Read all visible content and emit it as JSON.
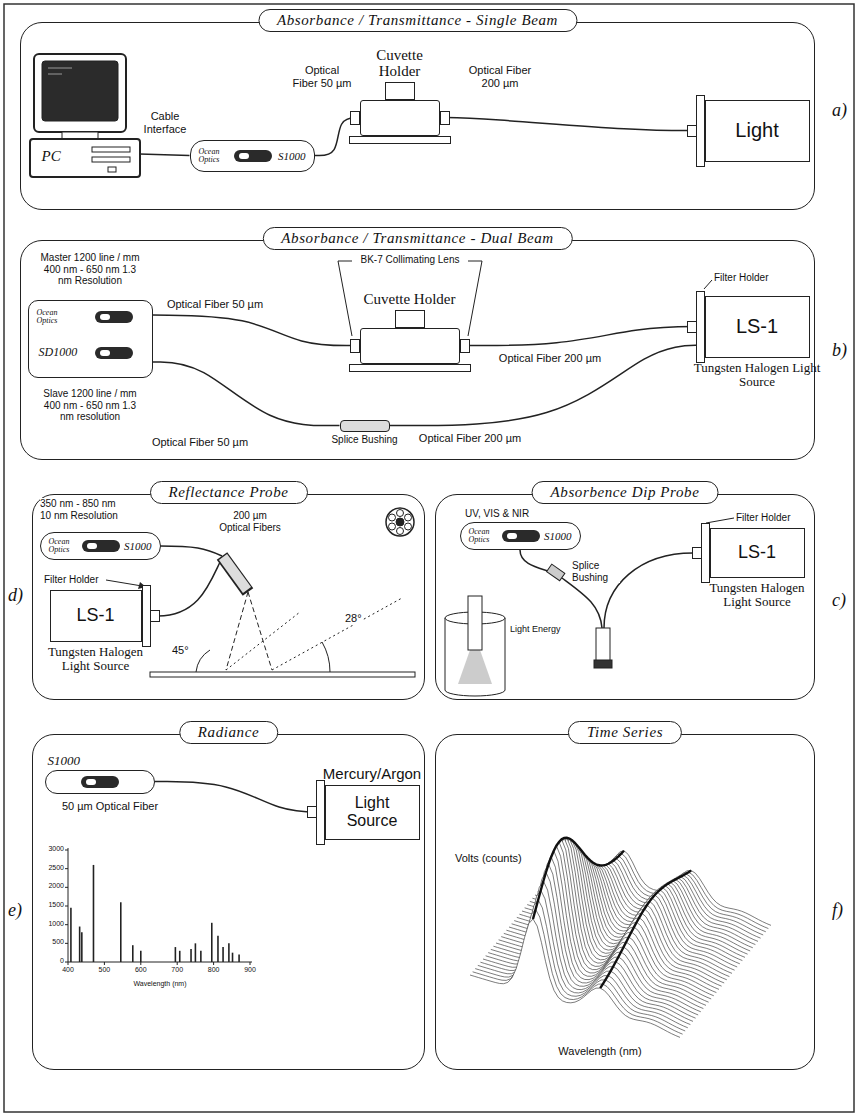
{
  "diagram": {
    "nodes": [
      {
        "text": [
          "Absorbance / Transmittance - Single Beam"
        ]
      },
      {
        "text": [
          "PC"
        ],
        "in": 0
      },
      {
        "text": [
          "Ocean Optics",
          "S1000"
        ],
        "in": 0
      },
      {
        "text": [
          "Cuvette Holder"
        ],
        "in": 0
      },
      {
        "text": [
          "Light"
        ],
        "in": 0
      },
      {
        "text": [
          "Absorbance / Transmittance - Dual Beam"
        ]
      },
      {
        "text": [
          "Ocean Optics",
          "SD1000"
        ],
        "in": 5
      },
      {
        "text": [
          "Cuvette Holder"
        ],
        "in": 5
      },
      {
        "text": [
          "LS-1",
          "Tungsten Halogen Light Source"
        ],
        "in": 5
      },
      {
        "text": [
          "Splice Bushing"
        ],
        "in": 5
      },
      {
        "text": [
          "Reflectance Probe"
        ]
      },
      {
        "text": [
          "Ocean Optics",
          "S1000"
        ],
        "in": 10
      },
      {
        "text": [
          "LS-1",
          "Tungsten Halogen Light Source"
        ],
        "in": 10
      },
      {
        "text": [
          "Absorbence Dip Probe"
        ]
      },
      {
        "text": [
          "Ocean Optics",
          "S1000"
        ],
        "in": 13
      },
      {
        "text": [
          "LS-1",
          "Tungsten Halogen Light Source"
        ],
        "in": 13
      },
      {
        "text": [
          "Radiance"
        ]
      },
      {
        "text": [
          "S1000"
        ],
        "in": 16
      },
      {
        "text": [
          "Mercury/Argon",
          "Light Source"
        ],
        "in": 16
      },
      {
        "text": [
          "Time Series"
        ]
      }
    ],
    "edges": [
      {
        "from": 1,
        "to": 2,
        "arrow": "none",
        "label": "Cable Interface"
      },
      {
        "from": 2,
        "to": 3,
        "arrow": "none",
        "label": "Optical Fiber 50 µm"
      },
      {
        "from": 3,
        "to": 4,
        "arrow": "none",
        "label": "Optical Fiber 200 µm"
      },
      {
        "from": 6,
        "to": 7,
        "arrow": "none",
        "label": "Optical Fiber 50 µm"
      },
      {
        "from": 7,
        "to": 8,
        "arrow": "none",
        "label": "Optical Fiber 200 µm"
      },
      {
        "from": 6,
        "to": 9,
        "arrow": "none",
        "label": "Optical Fiber 50 µm"
      },
      {
        "from": 9,
        "to": 8,
        "arrow": "none",
        "label": "Optical Fiber 200 µm"
      },
      {
        "from": 17,
        "to": 18,
        "arrow": "none",
        "label": "50 µm Optical Fiber"
      }
    ],
    "labels": [
      "a)",
      "b)",
      "c)",
      "d)",
      "e)",
      "f)",
      "Master 1200 line / mm 400 nm - 650 nm 1.3 nm Resolution",
      "Slave 1200 line / mm 400 nm - 650 nm 1.3 nm resolution",
      "BK-7 Collimating Lens",
      "Filter Holder",
      "350 nm - 850 nm 10 nm Resolution",
      "200 µm Optical Fibers",
      "Filter Holder",
      "45°",
      "28°",
      "UV, VIS & NIR",
      "Filter Holder",
      "Splice Bushing",
      "Light Energy",
      "3000",
      "2500",
      "2000",
      "1500",
      "1000",
      "500",
      "0",
      "400",
      "500",
      "600",
      "700",
      "800",
      "900",
      "Wavelength (nm)",
      "Volts (counts)",
      "Wavelength (nm)"
    ]
  }
}
